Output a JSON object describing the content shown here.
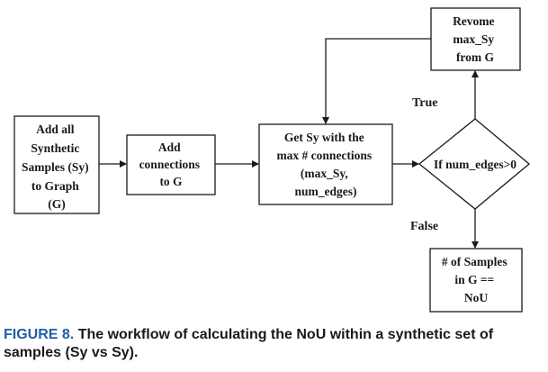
{
  "nodes": {
    "add_samples": [
      "Add all",
      "Synthetic",
      "Samples (Sy)",
      "to Graph",
      "(G)"
    ],
    "add_connections": [
      "Add",
      "connections",
      "to G"
    ],
    "get_sy": [
      "Get Sy with the",
      "max # connections",
      "(max_Sy,",
      "num_edges)"
    ],
    "decision": [
      "If num_edges>0"
    ],
    "remove": [
      "Revome",
      "max_Sy",
      "from G"
    ],
    "result": [
      "# of Samples",
      "in G ==",
      "NoU"
    ]
  },
  "edges": {
    "true_label": "True",
    "false_label": "False"
  },
  "caption": {
    "label": "FIGURE 8.",
    "text": "The workflow of calculating the NoU within a synthetic set of samples (Sy vs Sy)."
  }
}
